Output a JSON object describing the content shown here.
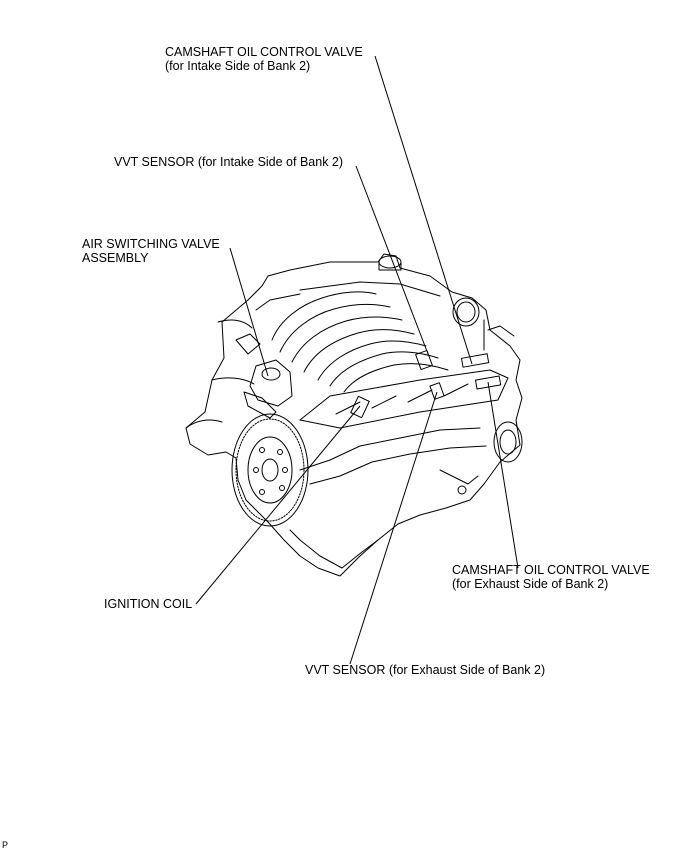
{
  "labels": {
    "camshaft_intake": {
      "line1": "CAMSHAFT OIL CONTROL VALVE",
      "line2": "(for Intake Side of Bank 2)"
    },
    "vvt_intake": {
      "line1": "VVT SENSOR (for Intake Side of Bank 2)"
    },
    "air_switching": {
      "line1": "AIR SWITCHING VALVE",
      "line2": "ASSEMBLY"
    },
    "camshaft_exhaust": {
      "line1": "CAMSHAFT OIL CONTROL VALVE",
      "line2": "(for Exhaust Side of Bank 2)"
    },
    "ignition_coil": {
      "line1": "IGNITION COIL"
    },
    "vvt_exhaust": {
      "line1": "VVT SENSOR (for Exhaust Side of Bank 2)"
    }
  },
  "corner_mark": "P"
}
